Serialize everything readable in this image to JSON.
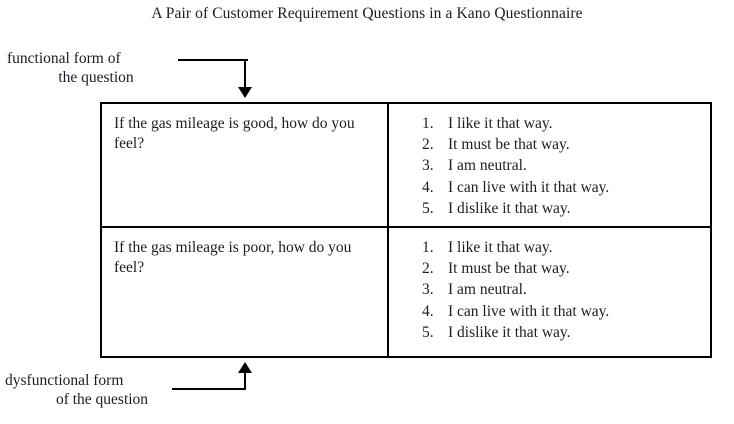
{
  "title": "A Pair of Customer Requirement Questions in a Kano Questionnaire",
  "callouts": {
    "functional": {
      "line_1": "functional form of",
      "line_2": "the question"
    },
    "dysfunctional": {
      "line_1": "dysfunctional form",
      "line_2": "of the question"
    }
  },
  "table": {
    "rows": [
      {
        "question": "If the gas mileage is good, how do you feel?",
        "options": [
          {
            "number": "1.",
            "text": "I like it that way."
          },
          {
            "number": "2.",
            "text": "It must be that way."
          },
          {
            "number": "3.",
            "text": "I am neutral."
          },
          {
            "number": "4.",
            "text": "I can live with it that way."
          },
          {
            "number": "5.",
            "text": "I dislike it that way."
          }
        ]
      },
      {
        "question": "If the gas mileage is poor, how do you feel?",
        "options": [
          {
            "number": "1.",
            "text": "I like it that way."
          },
          {
            "number": "2.",
            "text": "It must be that way."
          },
          {
            "number": "3.",
            "text": "I am neutral."
          },
          {
            "number": "4.",
            "text": "I can live with it that way."
          },
          {
            "number": "5.",
            "text": "I dislike it that way."
          }
        ]
      }
    ]
  },
  "colors": {
    "ink": "#1c1c24",
    "rule": "#000000",
    "background": "#ffffff"
  }
}
